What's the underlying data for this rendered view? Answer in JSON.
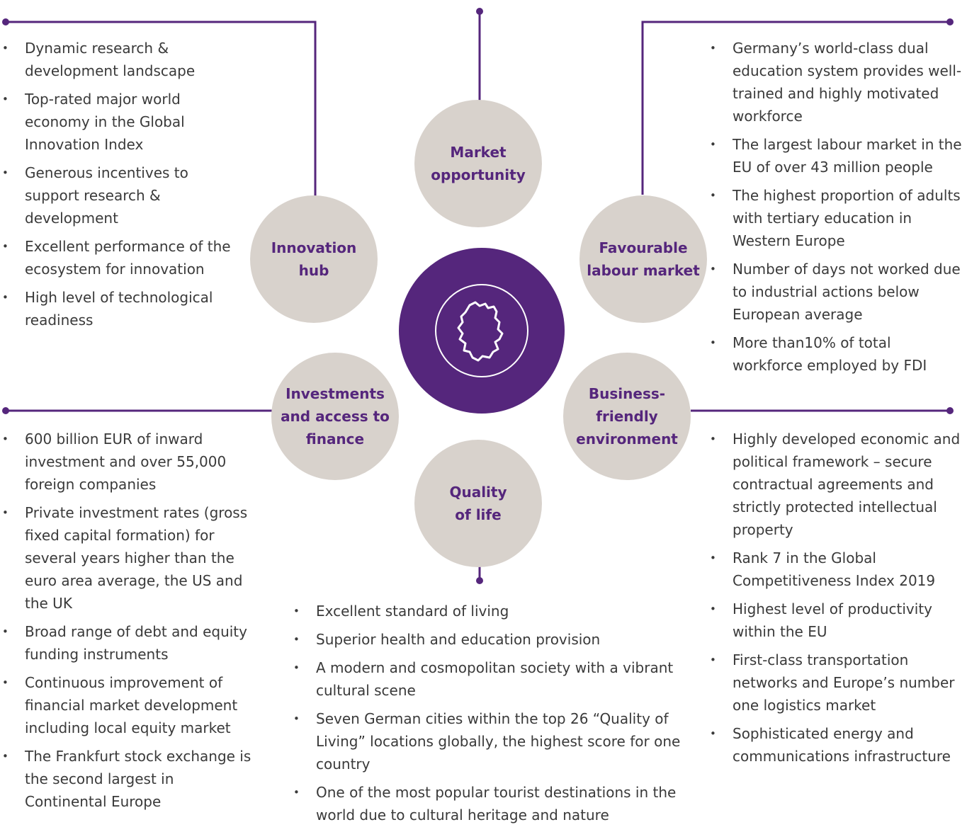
{
  "colors": {
    "accent": "#55267c",
    "circle": "#d8d2cc",
    "text": "#3a3a3a"
  },
  "center_icon": "germany-map-icon",
  "circles": {
    "market": "Market\nopportunity",
    "innovation": "Innovation\nhub",
    "labour": "Favourable\nlabour market",
    "investments": "Investments\nand access to\nfinance",
    "business": "Business-\nfriendly\nenvironment",
    "quality": "Quality\nof life"
  },
  "lists": {
    "innovation": [
      "Dynamic research & development landscape",
      "Top-rated major world economy in the Global Innovation Index",
      "Generous incentives to support research & development",
      "Excellent performance of the ecosystem for innovation",
      "High level of technological readiness"
    ],
    "labour": [
      "Germany’s world-class dual education system provides well-trained and highly motivated workforce",
      "The largest labour market in the  EU of over 43 million people",
      "The highest proportion of adults with tertiary education in Western Europe",
      "Number of days not worked due to industrial actions below European average",
      "More than10% of total workforce employed by FDI"
    ],
    "investments": [
      "600 billion EUR of inward investment and over 55,000 foreign companies",
      "Private investment rates (gross fixed capital formation) for several years higher than the euro area average, the  US and the UK",
      "Broad range of debt and equity funding instruments",
      "Continuous improvement of financial market development including local equity market",
      "The Frankfurt stock exchange is the second largest in Continental Europe"
    ],
    "business": [
      "Highly developed economic and political framework – secure contractual agreements and strictly protected intellectual property",
      "Rank 7 in the Global Competitiveness Index 2019",
      "Highest level of productivity within the EU",
      "First-class transportation networks and Europe’s number one logistics market",
      "Sophisticated energy and communications infrastructure"
    ],
    "quality": [
      "Excellent standard of living",
      "Superior health and education provision",
      "A modern and cosmopolitan society with a vibrant cultural scene",
      "Seven German cities within the top 26 “Quality of Living” locations globally, the  highest score for one country",
      "One of the most popular tourist destinations in the world due to cultural heritage and nature"
    ]
  }
}
